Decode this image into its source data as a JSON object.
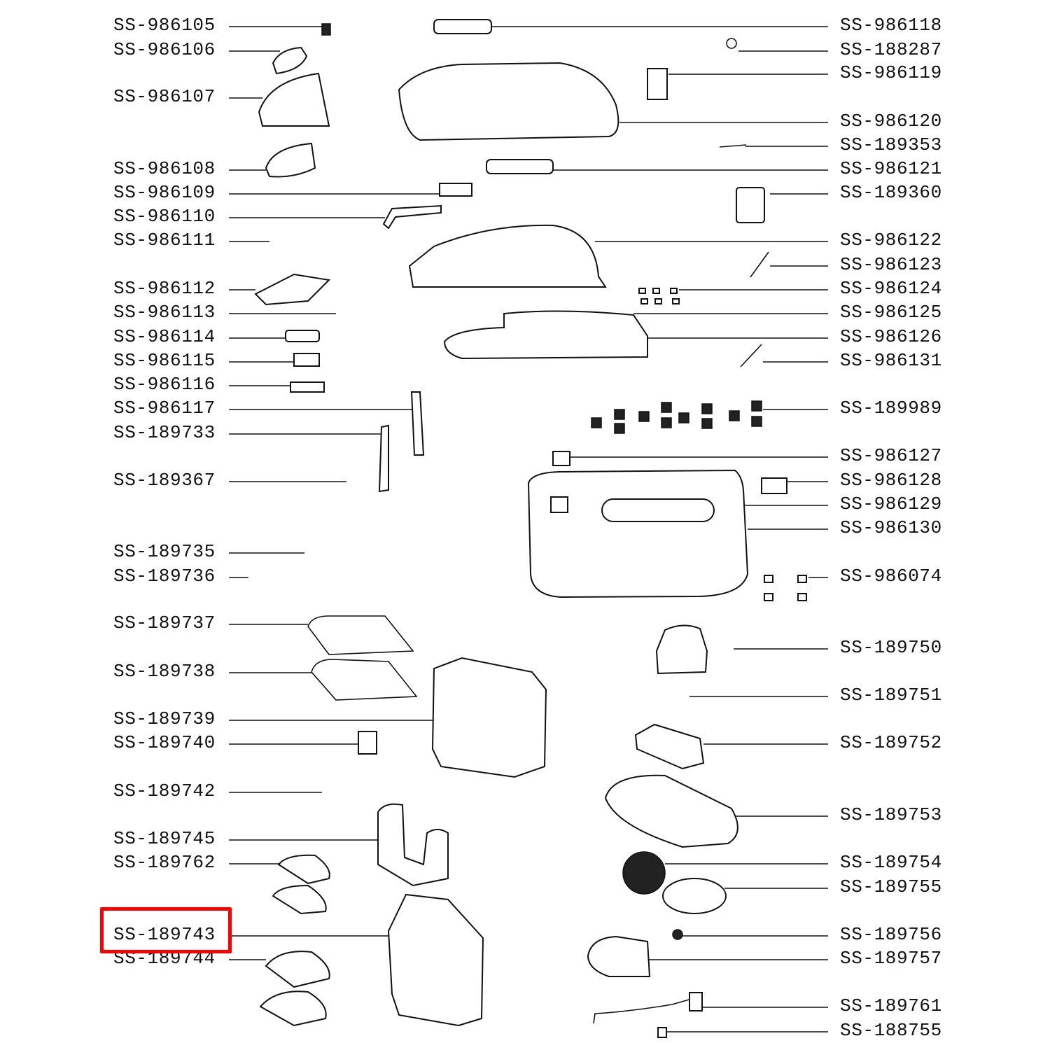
{
  "diagram": {
    "type": "exploded parts diagram",
    "highlight_color": "#ff0000",
    "highlighted_part": "SS-189743",
    "left_labels": [
      "SS-986105",
      "SS-986106",
      "SS-986107",
      "SS-986108",
      "SS-986109",
      "SS-986110",
      "SS-986111",
      "SS-986112",
      "SS-986113",
      "SS-986114",
      "SS-986115",
      "SS-986116",
      "SS-986117",
      "SS-189733",
      "SS-189367",
      "SS-189735",
      "SS-189736",
      "SS-189737",
      "SS-189738",
      "SS-189739",
      "SS-189740",
      "SS-189742",
      "SS-189745",
      "SS-189762",
      "SS-189743",
      "SS-189744"
    ],
    "right_labels": [
      "SS-986118",
      "SS-188287",
      "SS-986119",
      "SS-986120",
      "SS-189353",
      "SS-986121",
      "SS-189360",
      "SS-986122",
      "SS-986123",
      "SS-986124",
      "SS-986125",
      "SS-986126",
      "SS-986131",
      "SS-189989",
      "SS-986127",
      "SS-986128",
      "SS-986129",
      "SS-986130",
      "SS-986074",
      "SS-189750",
      "SS-189751",
      "SS-189752",
      "SS-189753",
      "SS-189754",
      "SS-189755",
      "SS-189756",
      "SS-189757",
      "SS-189761",
      "SS-188755"
    ]
  }
}
